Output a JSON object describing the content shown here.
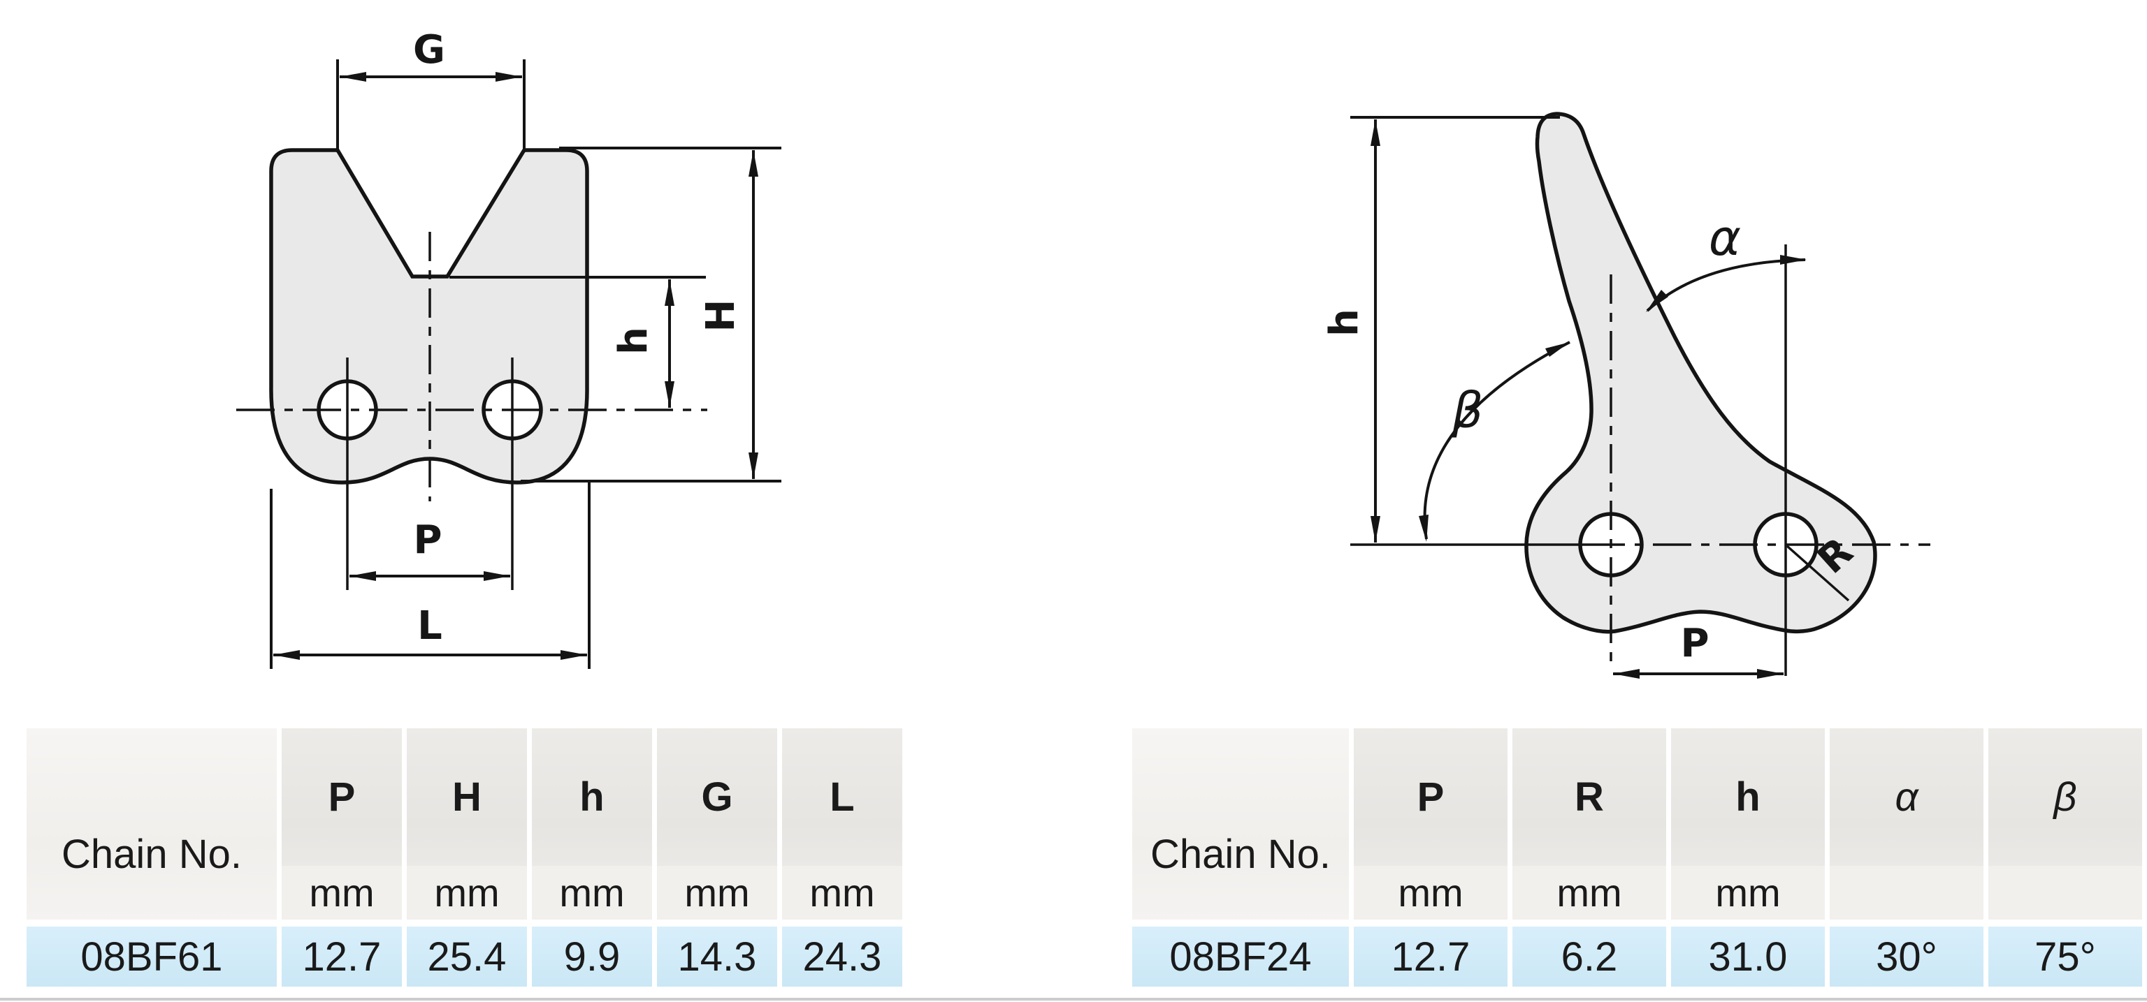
{
  "left_diagram": {
    "description": "chain attachment plate with V-notch, front view",
    "dim_labels": {
      "G": "G",
      "H": "H",
      "h": "h",
      "P": "P",
      "L": "L"
    }
  },
  "right_diagram": {
    "description": "bent hook attachment plate, side view",
    "dim_labels": {
      "h": "h",
      "alpha": "α",
      "beta": "β",
      "R": "R",
      "P": "P"
    }
  },
  "left_table": {
    "chain_no_header": "Chain No.",
    "columns": [
      {
        "label": "P",
        "unit": "mm"
      },
      {
        "label": "H",
        "unit": "mm"
      },
      {
        "label": "h",
        "unit": "mm"
      },
      {
        "label": "G",
        "unit": "mm"
      },
      {
        "label": "L",
        "unit": "mm"
      }
    ],
    "row": {
      "chain_no": "08BF61",
      "values": [
        "12.7",
        "25.4",
        "9.9",
        "14.3",
        "24.3"
      ]
    }
  },
  "right_table": {
    "chain_no_header": "Chain No.",
    "columns": [
      {
        "label": "P",
        "unit": "mm"
      },
      {
        "label": "R",
        "unit": "mm"
      },
      {
        "label": "h",
        "unit": "mm"
      },
      {
        "label": "α",
        "unit": ""
      },
      {
        "label": "β",
        "unit": ""
      }
    ],
    "row": {
      "chain_no": "08BF24",
      "values": [
        "12.7",
        "6.2",
        "31.0",
        "30°",
        "75°"
      ]
    }
  },
  "colors": {
    "plate_fill": "#e9e9e9",
    "line": "#141414",
    "header_bg": "#e9e7e4",
    "unit_bg": "#f2f0ed",
    "chain_bg": "#f4f3f1",
    "row_blue": "#cfe9f7",
    "bottom_rule": "#cccccc",
    "text": "#1a1a1a"
  }
}
